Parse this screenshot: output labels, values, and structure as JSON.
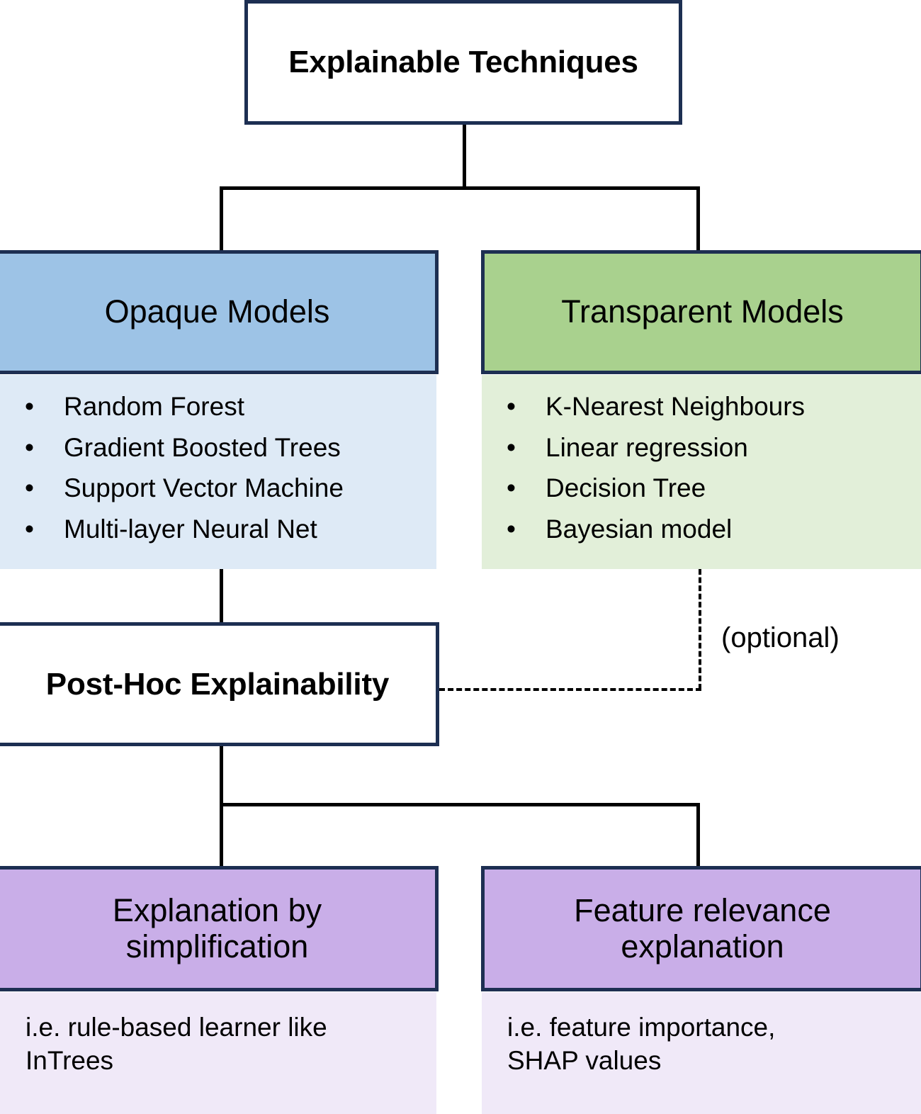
{
  "diagram": {
    "title": "Explainable Techniques",
    "root": {
      "label": "Explainable Techniques"
    },
    "branches": [
      {
        "id": "opaque",
        "header_label": "Opaque Models",
        "header_color": "#9DC3E6",
        "body_color": "#DEEAF6",
        "items": [
          "Random Forest",
          "Gradient Boosted Trees",
          "Support Vector Machine",
          "Multi-layer Neural Net"
        ]
      },
      {
        "id": "transparent",
        "header_label": "Transparent Models",
        "header_color": "#A9D18E",
        "body_color": "#E2EFD9",
        "items": [
          "K-Nearest Neighbours",
          "Linear regression",
          "Decision Tree",
          "Bayesian model"
        ]
      }
    ],
    "posthoc": {
      "label": "Post-Hoc Explainability"
    },
    "optional_link": {
      "label": "(optional)",
      "style": "dashed"
    },
    "posthoc_children": [
      {
        "id": "simplification",
        "header_line1": "Explanation by",
        "header_line2": "simplification",
        "header_color": "#C9AEE8",
        "body_color": "#F0E9F8",
        "note_line1": "i.e. rule-based learner like",
        "note_line2": "InTrees"
      },
      {
        "id": "relevance",
        "header_line1": "Feature relevance",
        "header_line2": "explanation",
        "header_color": "#C9AEE8",
        "body_color": "#F0E9F8",
        "note_line1": "i.e. feature importance,",
        "note_line2": "SHAP values"
      }
    ],
    "bullet_glyph": "•",
    "colors": {
      "border": "#1D2F52",
      "connector": "#000000",
      "background": "#FFFFFF"
    }
  }
}
